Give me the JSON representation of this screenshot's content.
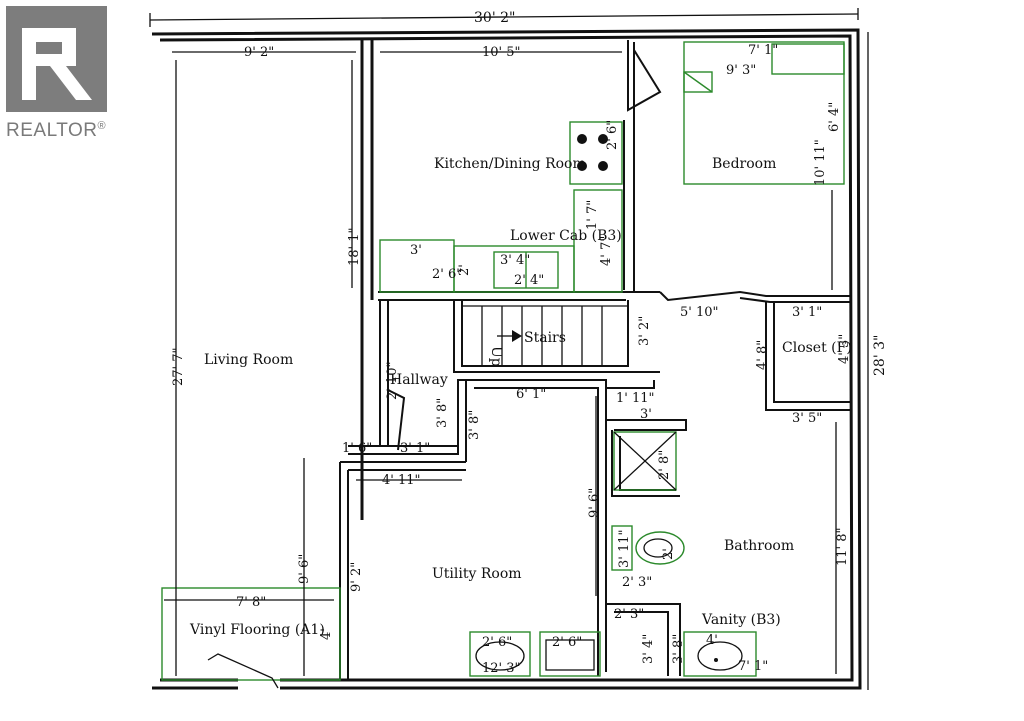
{
  "brand": {
    "name": "REALTOR",
    "mark": "®"
  },
  "rooms": {
    "living": "Living Room",
    "kitchen": "Kitchen/Dining Room",
    "bedroom": "Bedroom",
    "lower_cab": "Lower Cab (B3)",
    "stairs": "Stairs",
    "up": "Up",
    "hallway": "Hallway",
    "closet": "Closet (F)",
    "bathroom": "Bathroom",
    "utility": "Utility Room",
    "vinyl": "Vinyl Flooring (A1)",
    "vanity": "Vanity (B3)"
  },
  "dims": {
    "overall_width": "30' 2\"",
    "overall_depth": "28' 3\"",
    "living_width": "9' 2\"",
    "living_depth": "27' 7\"",
    "kitchen_width": "10' 5\"",
    "kitchen_depth": "18' 1\"",
    "bed_wardrobe": "7' 1\"",
    "bed_width": "9' 3\"",
    "bed_side": "6' 4\"",
    "bed_depth": "10' 11\"",
    "range": "2' 6\"",
    "counter_a": "3'",
    "counter_b": "2' 6\"",
    "counter_c": "2'",
    "sink_a": "3' 4\"",
    "sink_b": "2' 4\"",
    "cab_a": "1' 7\"",
    "cab_b": "4' 7\"",
    "stair_gap": "5' 10\"",
    "stair_side": "3' 2\"",
    "closet_w": "3' 1\"",
    "closet_d": "4' 8\"",
    "closet_d2": "4' 3\"",
    "hall_door": "2' 10\"",
    "hall_a": "1' 6\"",
    "hall_b": "3' 1\"",
    "hall_c": "3' 8\"",
    "hall_d": "3' 8\"",
    "util_top": "6' 1\"",
    "util_side_a": "1' 11\"",
    "util_left": "4' 11\"",
    "util_depth": "9' 6\"",
    "util_left_depth": "9' 2\"",
    "living_lower": "9' 6\"",
    "vinyl_w": "7' 8\"",
    "vinyl_d": "4'",
    "bath_top": "3' 5\"",
    "bath_depth": "11' 8\"",
    "shower_a": "3'",
    "shower_b": "2' 8\"",
    "toilet_a": "3' 11\"",
    "toilet_b": "2'",
    "toilet_c": "2' 3\"",
    "van_a": "2' 3\"",
    "van_b": "3' 4\"",
    "van_c": "3' 8\"",
    "van_d": "4'",
    "van_e": "7' 1\"",
    "washer": "2' 6\"",
    "dryer": "2' 6\"",
    "util_bottom": "12' 3\""
  }
}
